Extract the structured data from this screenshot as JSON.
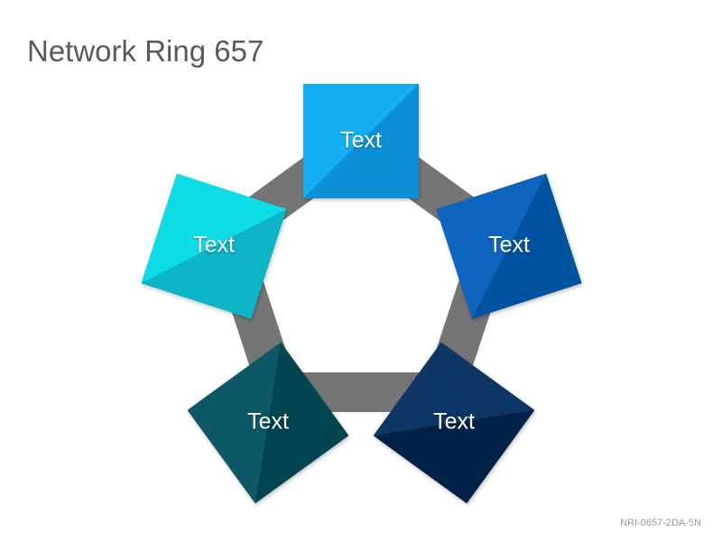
{
  "title": "Network Ring 657",
  "footer_code": "NRI-0657-2DA-5N",
  "colors": {
    "ring": "#757575",
    "title_text": "#595959",
    "label_text": "#ffffff"
  },
  "nodes": [
    {
      "label": "Text",
      "color_light": "#12aef3",
      "color_dark": "#0b8fd6"
    },
    {
      "label": "Text",
      "color_light": "#0965c0",
      "color_dark": "#03529f"
    },
    {
      "label": "Text",
      "color_light": "#0a3566",
      "color_dark": "#04234a"
    },
    {
      "label": "Text",
      "color_light": "#085866",
      "color_dark": "#04444f"
    },
    {
      "label": "Text",
      "color_light": "#10dbe6",
      "color_dark": "#07b3c7"
    }
  ]
}
